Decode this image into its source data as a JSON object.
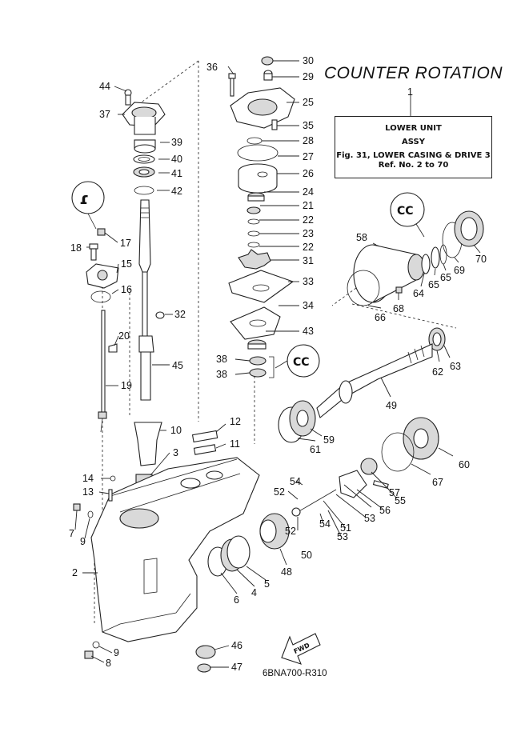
{
  "title": "COUNTER ROTATION",
  "reference_box": {
    "number": "1",
    "line1": "LOWER UNIT",
    "line2": "ASSY",
    "line3": "Fig. 31, LOWER CASING & DRIVE 3",
    "line4": "Ref. No. 2 to 70"
  },
  "drawing_code": "6BNA700-R310",
  "fwd_label": "FWD",
  "callouts": [
    "44",
    "37",
    "39",
    "40",
    "41",
    "42",
    "17",
    "18",
    "15",
    "16",
    "32",
    "20",
    "45",
    "19",
    "36",
    "30",
    "29",
    "25",
    "35",
    "28",
    "27",
    "26",
    "24",
    "21",
    "22",
    "23",
    "22",
    "31",
    "33",
    "34",
    "43",
    "38",
    "38",
    "58",
    "68",
    "66",
    "64",
    "65",
    "65",
    "69",
    "70",
    "62",
    "63",
    "49",
    "59",
    "61",
    "60",
    "67",
    "12",
    "11",
    "10",
    "3",
    "14",
    "13",
    "7",
    "9",
    "2",
    "6",
    "4",
    "5",
    "48",
    "52",
    "54",
    "52",
    "54",
    "53",
    "51",
    "53",
    "50",
    "56",
    "57",
    "55",
    "46",
    "47",
    "9",
    "8"
  ]
}
